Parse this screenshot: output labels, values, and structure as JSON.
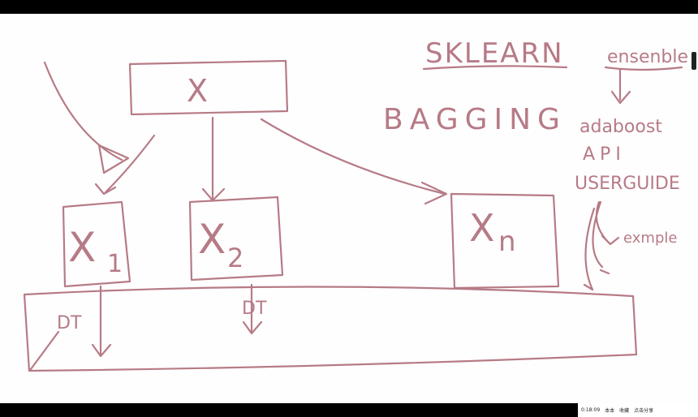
{
  "title": "SKLEARN",
  "topic": "BAGGING",
  "boxes": {
    "root": "X",
    "x1": "X",
    "x1_sub": "1",
    "x2": "X",
    "x2_sub": "2",
    "xn": "X",
    "xn_sub": "n"
  },
  "learner_labels": [
    "DT",
    "DT"
  ],
  "notes": [
    "ensenble",
    "adaboost",
    "API",
    "USERGUIDE",
    "exmple"
  ],
  "footer": [
    "0:18:09",
    "本本",
    "收藏",
    "点击分享"
  ],
  "colors": {
    "ink": "#b67b86",
    "board": "#fffefe",
    "frame": "#000000"
  }
}
